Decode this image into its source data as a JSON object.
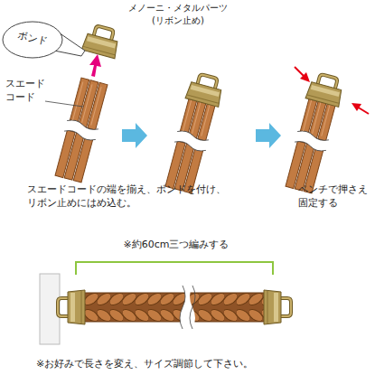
{
  "diagram": {
    "nodes": [
      {
        "text": [
          "ボンド"
        ]
      }
    ],
    "labels": [
      "メノーニ・メタルパーツ (リボン止め)",
      "スエードコード",
      "スエードコードの端を揃え、ボンドを付け、リボン止めにはめ込む。",
      "ペンチで押さえ固定する",
      "※約60cm三つ編みする",
      "※お好みで長さを変え、サイズ調節して下さい。"
    ]
  }
}
